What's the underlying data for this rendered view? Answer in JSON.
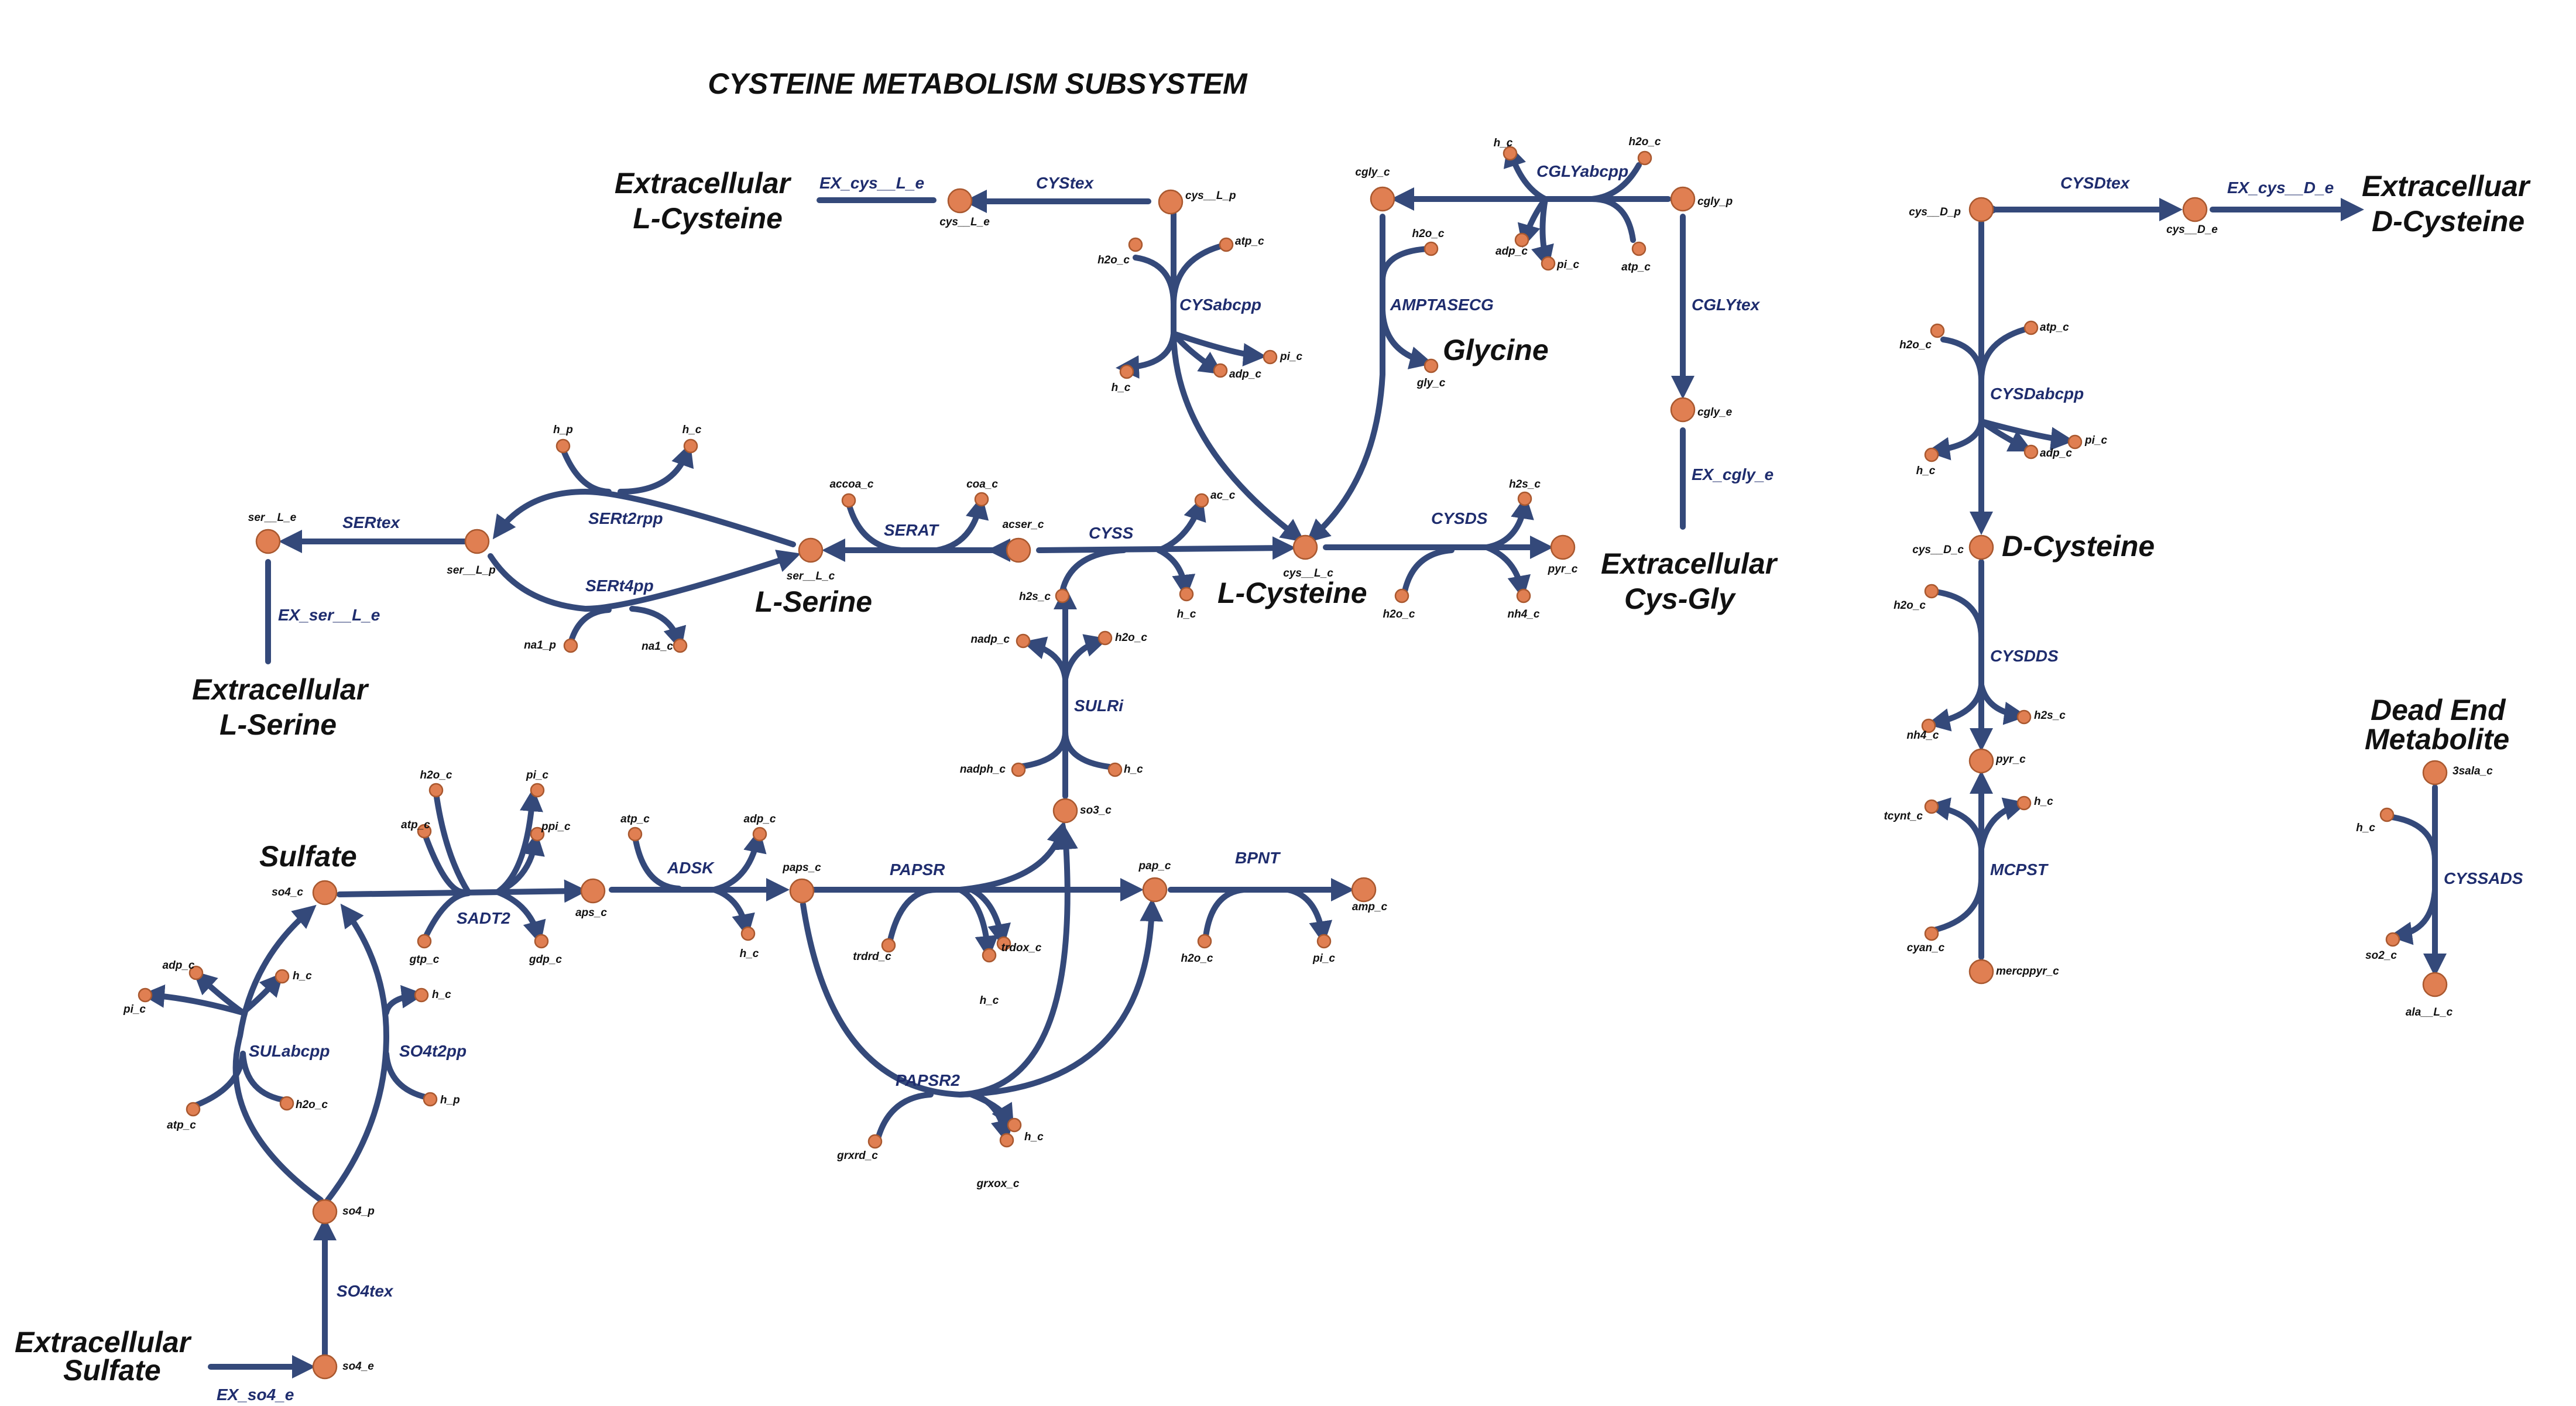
{
  "title": "CYSTEINE METABOLISM SUBSYSTEM",
  "colors": {
    "edge": "#34497a",
    "node_fill": "#e07f52",
    "node_stroke": "#a9582f",
    "reaction_label": "#1f2d6e",
    "text": "#111111"
  },
  "regions": {
    "ext_cys": [
      "Extracellular",
      "L-Cysteine"
    ],
    "ext_dcys": [
      "Extracelluar",
      "D-Cysteine"
    ],
    "glycine": "Glycine",
    "lserine": "L-Serine",
    "lcysteine": "L-Cysteine",
    "dcysteine": "D-Cysteine",
    "ext_cysgly": [
      "Extracellular",
      "Cys-Gly"
    ],
    "ext_ser": [
      "Extracellular",
      "L-Serine"
    ],
    "sulfate": "Sulfate",
    "dead_end": [
      "Dead End",
      "Metabolite"
    ],
    "ext_so4": [
      "Extracellular",
      "Sulfate"
    ]
  },
  "reactions": {
    "EX_cys_L_e": "EX_cys__L_e",
    "CYStex": "CYStex",
    "CGLYabcpp": "CGLYabcpp",
    "CYSDtex": "CYSDtex",
    "EX_cys_D_e": "EX_cys__D_e",
    "CYSabcpp": "CYSabcpp",
    "AMPTASECG": "AMPTASECG",
    "CGLYtex": "CGLYtex",
    "CYSDabcpp": "CYSDabcpp",
    "SERtex": "SERtex",
    "SERt2rpp": "SERt2rpp",
    "SERt4pp": "SERt4pp",
    "SERAT": "SERAT",
    "CYSS": "CYSS",
    "CYSDS": "CYSDS",
    "EX_cgly_e": "EX_cgly_e",
    "EX_ser_L_e": "EX_ser__L_e",
    "SULRi": "SULRi",
    "CYSDDS": "CYSDDS",
    "SADT2": "SADT2",
    "ADSK": "ADSK",
    "PAPSR": "PAPSR",
    "BPNT": "BPNT",
    "MCPST": "MCPST",
    "CYSSADS": "CYSSADS",
    "SULabcpp": "SULabcpp",
    "SO4t2pp": "SO4t2pp",
    "PAPSR2": "PAPSR2",
    "SO4tex": "SO4tex",
    "EX_so4_e": "EX_so4_e"
  },
  "metabolites": {
    "cys_L_e": "cys__L_e",
    "cys_L_p": "cys__L_p",
    "cys_L_c": "cys__L_c",
    "cgly_c": "cgly_c",
    "cgly_p": "cgly_p",
    "cgly_e": "cgly_e",
    "cys_D_p": "cys__D_p",
    "cys_D_e": "cys__D_e",
    "cys_D_c": "cys__D_c",
    "h2o_c_cysabc": "h2o_c",
    "atp_c_cysabc": "atp_c",
    "h_c_cysabc": "h_c",
    "adp_c_cysabc": "adp_c",
    "pi_c_cysabc": "pi_c",
    "h_c_cgly": "h_c",
    "h2o_c_cgly": "h2o_c",
    "adp_c_cgly": "adp_c",
    "pi_c_cgly": "pi_c",
    "atp_c_cgly": "atp_c",
    "h2o_c_ampt": "h2o_c",
    "gly_c": "gly_c",
    "h2o_c_cysdabc": "h2o_c",
    "atp_c_cysdabc": "atp_c",
    "h_c_cysdabc": "h_c",
    "adp_c_cysdabc": "adp_c",
    "pi_c_cysdabc": "pi_c",
    "ser_L_e": "ser__L_e",
    "ser_L_p": "ser__L_p",
    "ser_L_c": "ser__L_c",
    "h_p_sert2": "h_p",
    "h_c_sert2": "h_c",
    "na1_p": "na1_p",
    "na1_c": "na1_c",
    "accoa_c": "accoa_c",
    "coa_c": "coa_c",
    "acser_c": "acser_c",
    "ac_c": "ac_c",
    "h2s_c_cyss": "h2s_c",
    "h_c_cyss": "h_c",
    "h2s_c_cysds": "h2s_c",
    "pyr_c_cysds": "pyr_c",
    "h2o_c_cysds": "h2o_c",
    "nh4_c_cysds": "nh4_c",
    "nadp_c": "nadp_c",
    "h2o_c_sulr": "h2o_c",
    "nadph_c": "nadph_c",
    "h_c_sulr": "h_c",
    "so3_c": "so3_c",
    "h2o_c_cysdds": "h2o_c",
    "nh4_c_cysdds": "nh4_c",
    "h2s_c_cysdds": "h2s_c",
    "pyr_c_d": "pyr_c",
    "tcynt_c": "tcynt_c",
    "h_c_mcpst": "h_c",
    "cyan_c": "cyan_c",
    "mercppyr_c": "mercppyr_c",
    "sala_c": "3sala_c",
    "h_c_cyssads": "h_c",
    "so2_c": "so2_c",
    "ala_L_c": "ala__L_c",
    "so4_c": "so4_c",
    "h2o_c_sadt": "h2o_c",
    "pi_c_sadt": "pi_c",
    "atp_c_sadt": "atp_c",
    "ppi_c": "ppi_c",
    "gtp_c": "gtp_c",
    "gdp_c": "gdp_c",
    "aps_c": "aps_c",
    "atp_c_adsk": "atp_c",
    "adp_c_adsk": "adp_c",
    "h_c_adsk": "h_c",
    "paps_c": "paps_c",
    "trdrd_c": "trdrd_c",
    "trdox_c": "trdox_c",
    "h_c_papsr": "h_c",
    "pap_c": "pap_c",
    "h2o_c_bpnt": "h2o_c",
    "pi_c_bpnt": "pi_c",
    "amp_c": "amp_c",
    "adp_c_sul": "adp_c",
    "pi_c_sul": "pi_c",
    "h_c_sul": "h_c",
    "h2o_c_sul": "h2o_c",
    "atp_c_sul": "atp_c",
    "h_c_so4t": "h_c",
    "h_p_so4t": "h_p",
    "grxrd_c": "grxrd_c",
    "grxox_c": "grxox_c",
    "h_c_papsr2": "h_c",
    "so4_p": "so4_p",
    "so4_e": "so4_e"
  }
}
